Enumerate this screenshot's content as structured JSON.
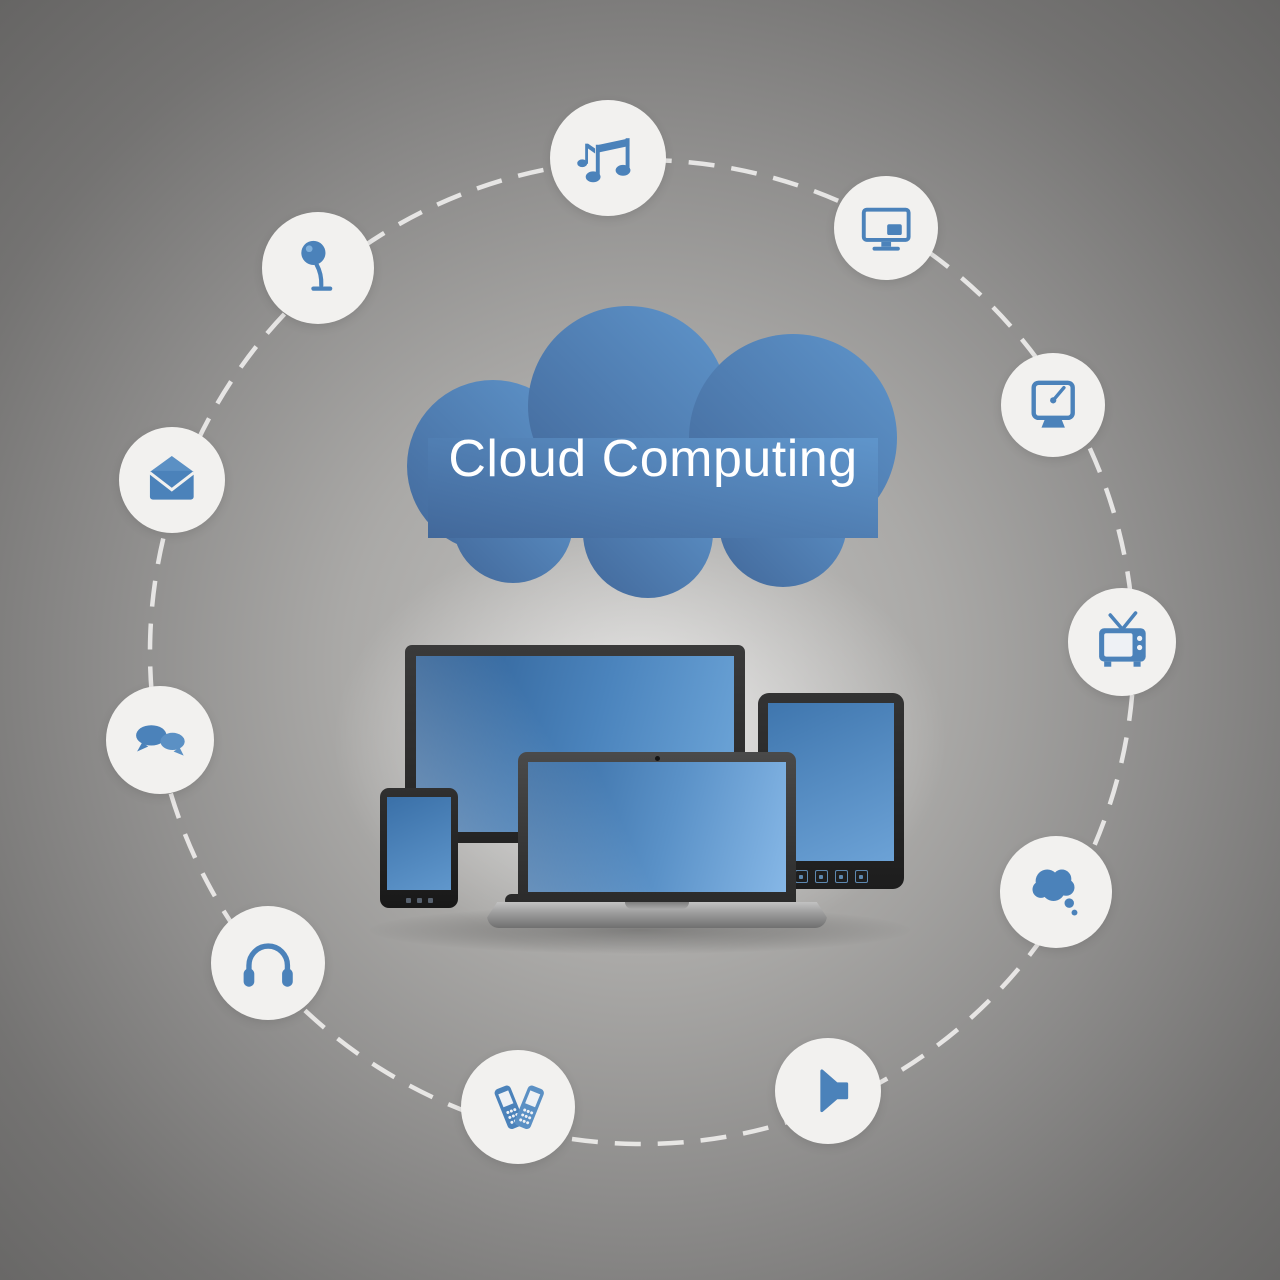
{
  "title": "Cloud Computing",
  "colors": {
    "bg_center": "#c2c1bf",
    "bg_edge": "#666564",
    "cloud_start": "#42689a",
    "cloud_end": "#5f95cb",
    "badge_bg": "#f2f1ef",
    "icon_blue": "#4b82ba",
    "icon_blue_light": "#5b90c4",
    "screen_blue_dark": "#2d5d92",
    "screen_blue_light": "#7fb3e3",
    "dash_line": "#eeedeb"
  },
  "icons": [
    {
      "name": "music-icon"
    },
    {
      "name": "presentation-screen-icon"
    },
    {
      "name": "clock-icon"
    },
    {
      "name": "tv-icon"
    },
    {
      "name": "thought-bubble-icon"
    },
    {
      "name": "speaker-icon"
    },
    {
      "name": "mobile-phones-icon"
    },
    {
      "name": "headphones-icon"
    },
    {
      "name": "chat-bubbles-icon"
    },
    {
      "name": "email-icon"
    },
    {
      "name": "microphone-icon"
    }
  ],
  "devices": [
    "desktop-monitor",
    "laptop",
    "tablet",
    "smartphone"
  ]
}
